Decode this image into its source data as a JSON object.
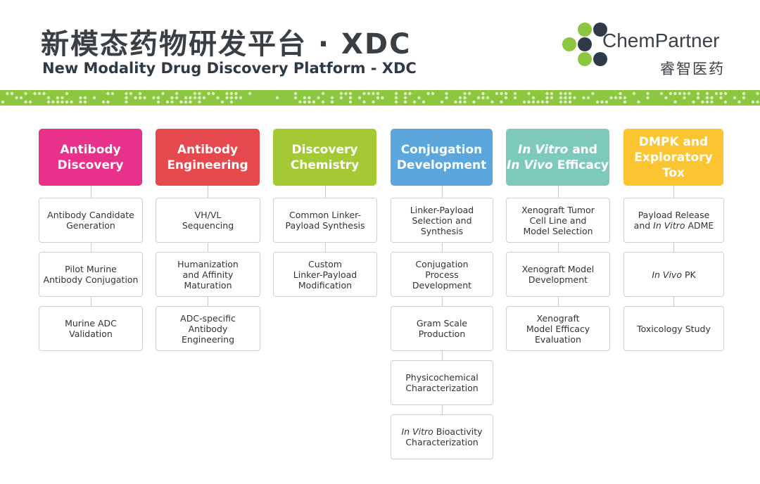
{
  "header": {
    "title": "新模态药物研发平台 · XDC",
    "subtitle": "New Modality Drug Discovery Platform - XDC"
  },
  "logo": {
    "name": "ChemPartner",
    "name_cn": "睿智医药",
    "colors": {
      "green": "#8dc63f",
      "navy": "#2f3a48"
    }
  },
  "band_color": "#8dc63f",
  "columns": [
    {
      "color": "#e8318a",
      "title": [
        [
          {
            "t": "Antibody"
          }
        ],
        [
          {
            "t": "Discovery"
          }
        ]
      ],
      "items": [
        [
          [
            {
              "t": "Antibody Candidate"
            }
          ],
          [
            {
              "t": "Generation"
            }
          ]
        ],
        [
          [
            {
              "t": "Pilot Murine"
            }
          ],
          [
            {
              "t": "Antibody Conjugation"
            }
          ]
        ],
        [
          [
            {
              "t": "Murine ADC"
            }
          ],
          [
            {
              "t": "Validation"
            }
          ]
        ]
      ]
    },
    {
      "color": "#e5484d",
      "title": [
        [
          {
            "t": "Antibody"
          }
        ],
        [
          {
            "t": "Engineering"
          }
        ]
      ],
      "items": [
        [
          [
            {
              "t": "VH/VL"
            }
          ],
          [
            {
              "t": "Sequencing"
            }
          ]
        ],
        [
          [
            {
              "t": "Humanization"
            }
          ],
          [
            {
              "t": "and Affinity"
            }
          ],
          [
            {
              "t": "Maturation"
            }
          ]
        ],
        [
          [
            {
              "t": "ADC-specific"
            }
          ],
          [
            {
              "t": "Antibody"
            }
          ],
          [
            {
              "t": "Engineering"
            }
          ]
        ]
      ]
    },
    {
      "color": "#a4c934",
      "title": [
        [
          {
            "t": "Discovery"
          }
        ],
        [
          {
            "t": "Chemistry"
          }
        ]
      ],
      "items": [
        [
          [
            {
              "t": "Common Linker-"
            }
          ],
          [
            {
              "t": "Payload Synthesis"
            }
          ]
        ],
        [
          [
            {
              "t": "Custom"
            }
          ],
          [
            {
              "t": "Linker-Payload"
            }
          ],
          [
            {
              "t": "Modification"
            }
          ]
        ]
      ]
    },
    {
      "color": "#5ba7dc",
      "title": [
        [
          {
            "t": "Conjugation"
          }
        ],
        [
          {
            "t": "Development"
          }
        ]
      ],
      "items": [
        [
          [
            {
              "t": "Linker-Payload"
            }
          ],
          [
            {
              "t": "Selection and"
            }
          ],
          [
            {
              "t": "Synthesis"
            }
          ]
        ],
        [
          [
            {
              "t": "Conjugation"
            }
          ],
          [
            {
              "t": "Process"
            }
          ],
          [
            {
              "t": "Development"
            }
          ]
        ],
        [
          [
            {
              "t": "Gram Scale"
            }
          ],
          [
            {
              "t": "Production"
            }
          ]
        ],
        [
          [
            {
              "t": "Physicochemical"
            }
          ],
          [
            {
              "t": "Characterization"
            }
          ]
        ],
        [
          [
            {
              "t": "In Vitro",
              "i": true
            },
            {
              "t": " Bioactivity"
            }
          ],
          [
            {
              "t": "Characterization"
            }
          ]
        ]
      ]
    },
    {
      "color": "#7dcabd",
      "title": [
        [
          {
            "t": "In Vitro",
            "i": true
          },
          {
            "t": " and"
          }
        ],
        [
          {
            "t": "In Vivo",
            "i": true
          },
          {
            "t": " Efficacy"
          }
        ]
      ],
      "items": [
        [
          [
            {
              "t": "Xenograft Tumor"
            }
          ],
          [
            {
              "t": "Cell Line and"
            }
          ],
          [
            {
              "t": "Model Selection"
            }
          ]
        ],
        [
          [
            {
              "t": "Xenograft Model"
            }
          ],
          [
            {
              "t": "Development"
            }
          ]
        ],
        [
          [
            {
              "t": "Xenograft"
            }
          ],
          [
            {
              "t": "Model Efficacy"
            }
          ],
          [
            {
              "t": "Evaluation"
            }
          ]
        ]
      ]
    },
    {
      "color": "#fbc531",
      "title": [
        [
          {
            "t": "DMPK and"
          }
        ],
        [
          {
            "t": "Exploratory Tox"
          }
        ]
      ],
      "items": [
        [
          [
            {
              "t": "Payload Release"
            }
          ],
          [
            {
              "t": "and "
            },
            {
              "t": "In Vitro",
              "i": true
            },
            {
              "t": " ADME"
            }
          ]
        ],
        [
          [
            {
              "t": "In Vivo",
              "i": true
            },
            {
              "t": " PK"
            }
          ]
        ],
        [
          [
            {
              "t": "Toxicology Study"
            }
          ]
        ]
      ]
    }
  ]
}
